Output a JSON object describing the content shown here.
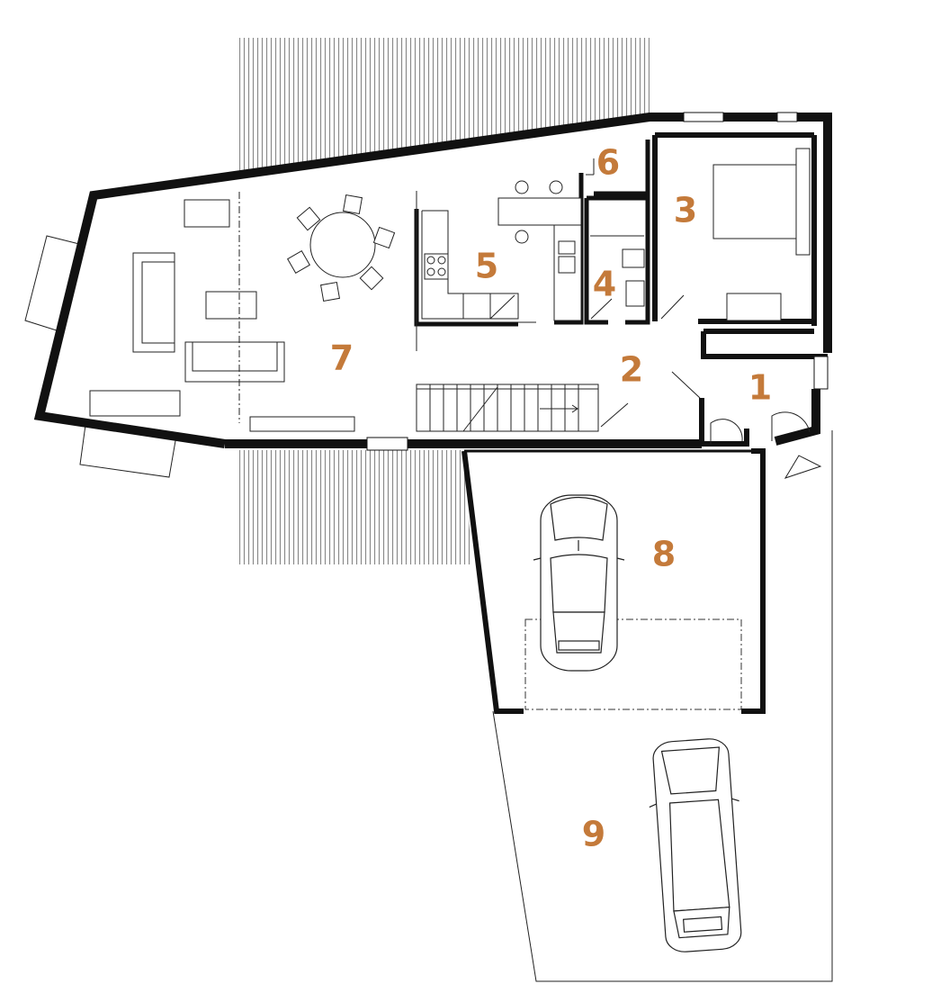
{
  "colors": {
    "wall": "#111111",
    "line": "#222222",
    "hatch": "#8a8a8a",
    "label": "#c47a3a",
    "background": "#ffffff"
  },
  "rooms": [
    {
      "id": "entrance",
      "number": "1"
    },
    {
      "id": "hall",
      "number": "2"
    },
    {
      "id": "bedroom",
      "number": "3"
    },
    {
      "id": "bathroom",
      "number": "4"
    },
    {
      "id": "kitchen",
      "number": "5"
    },
    {
      "id": "storage",
      "number": "6"
    },
    {
      "id": "living-dining",
      "number": "7"
    },
    {
      "id": "garage",
      "number": "8"
    },
    {
      "id": "driveway",
      "number": "9"
    }
  ]
}
